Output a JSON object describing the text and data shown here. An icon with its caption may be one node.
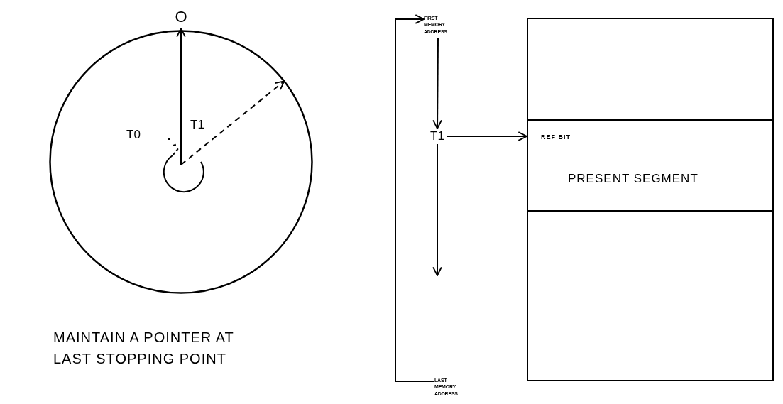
{
  "diagram": {
    "nodes": [
      {
        "text": [],
        "shape": "circle"
      },
      {
        "text": [
          "O"
        ]
      },
      {
        "text": [
          "FIRST MEMORY ADDRESS"
        ]
      },
      {
        "text": [
          "T1"
        ]
      },
      {
        "text": [
          "LAST MEMORY ADDRESS"
        ]
      },
      {
        "text": [],
        "shape": "box"
      },
      {
        "text": [
          "REF BIT",
          "PRESENT SEGMENT"
        ]
      },
      {
        "text": [],
        "shape": "box"
      }
    ],
    "edges": [
      {
        "from": 0,
        "to": 1,
        "arrow": "to"
      },
      {
        "from": 0,
        "to": 0,
        "arrow": "to",
        "style": "dashed"
      },
      {
        "from": 4,
        "to": 2,
        "arrow": "to"
      },
      {
        "from": 2,
        "to": 3,
        "arrow": "to"
      },
      {
        "from": 3,
        "to": null,
        "arrow": "to"
      },
      {
        "from": 3,
        "to": 6,
        "arrow": "to"
      }
    ],
    "labels": [
      "T0",
      "T1",
      "MAINTAIN A POINTER AT LAST STOPPING POINT"
    ]
  }
}
